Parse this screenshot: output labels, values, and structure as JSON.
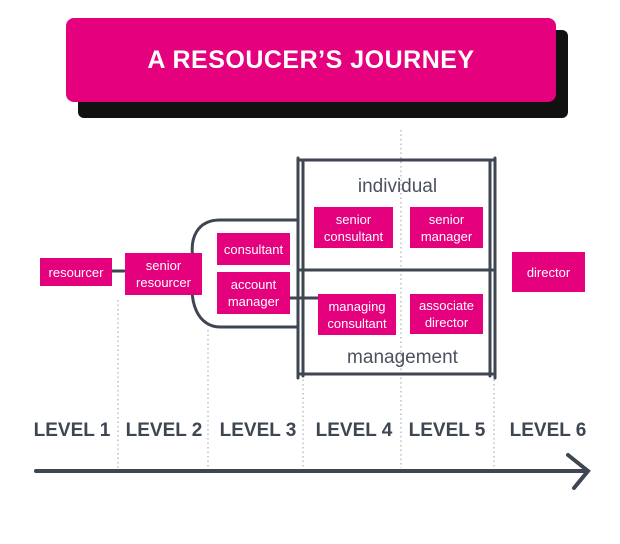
{
  "title": "A RESOUCER’S JOURNEY",
  "colors": {
    "accent": "#e5007d",
    "line": "#3e4652",
    "shadow": "#111111"
  },
  "groups": {
    "top": "individual",
    "bottom": "management"
  },
  "nodes": {
    "resourcer": "resourcer",
    "senior_resourcer": "senior resourcer",
    "consultant": "consultant",
    "account_manager": "account manager",
    "senior_consultant": "senior consultant",
    "senior_manager": "senior manager",
    "managing_consultant": "managing consultant",
    "associate_director": "associate director",
    "director": "director"
  },
  "levels": [
    "LEVEL 1",
    "LEVEL 2",
    "LEVEL 3",
    "LEVEL 4",
    "LEVEL 5",
    "LEVEL 6"
  ]
}
